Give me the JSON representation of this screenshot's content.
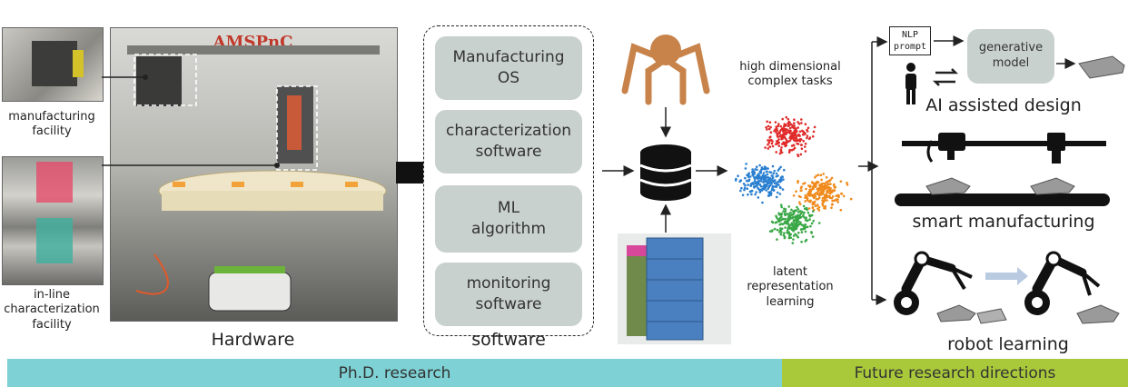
{
  "hardware": {
    "brand": "AMSPnC",
    "caption": "Hardware",
    "side_top_label": [
      "manufacturing",
      "facility"
    ],
    "side_bottom_label": [
      "in-line",
      "characterization",
      "facility"
    ]
  },
  "software": {
    "caption": "software",
    "boxes": [
      {
        "line1": "Manufacturing",
        "line2": "OS"
      },
      {
        "line1": "characterization",
        "line2": "software"
      },
      {
        "line1": "ML",
        "line2": "algorithm"
      },
      {
        "line1": "monitoring",
        "line2": "software"
      }
    ]
  },
  "ml": {
    "task_label": [
      "high dimensional",
      "complex tasks"
    ],
    "latent_label": [
      "latent",
      "representation",
      "learning"
    ],
    "cluster_colors": [
      "#e02a2a",
      "#2a7fd0",
      "#f08a1c",
      "#3aa846"
    ]
  },
  "future": {
    "nlp_prompt": [
      "NLP",
      "prompt"
    ],
    "generative_model": [
      "generative",
      "model"
    ],
    "ai_design": "AI assisted design",
    "smart_manufacturing": "smart manufacturing",
    "robot_learning": "robot learning"
  },
  "bars": {
    "phd": "Ph.D. research",
    "future": "Future research directions"
  }
}
